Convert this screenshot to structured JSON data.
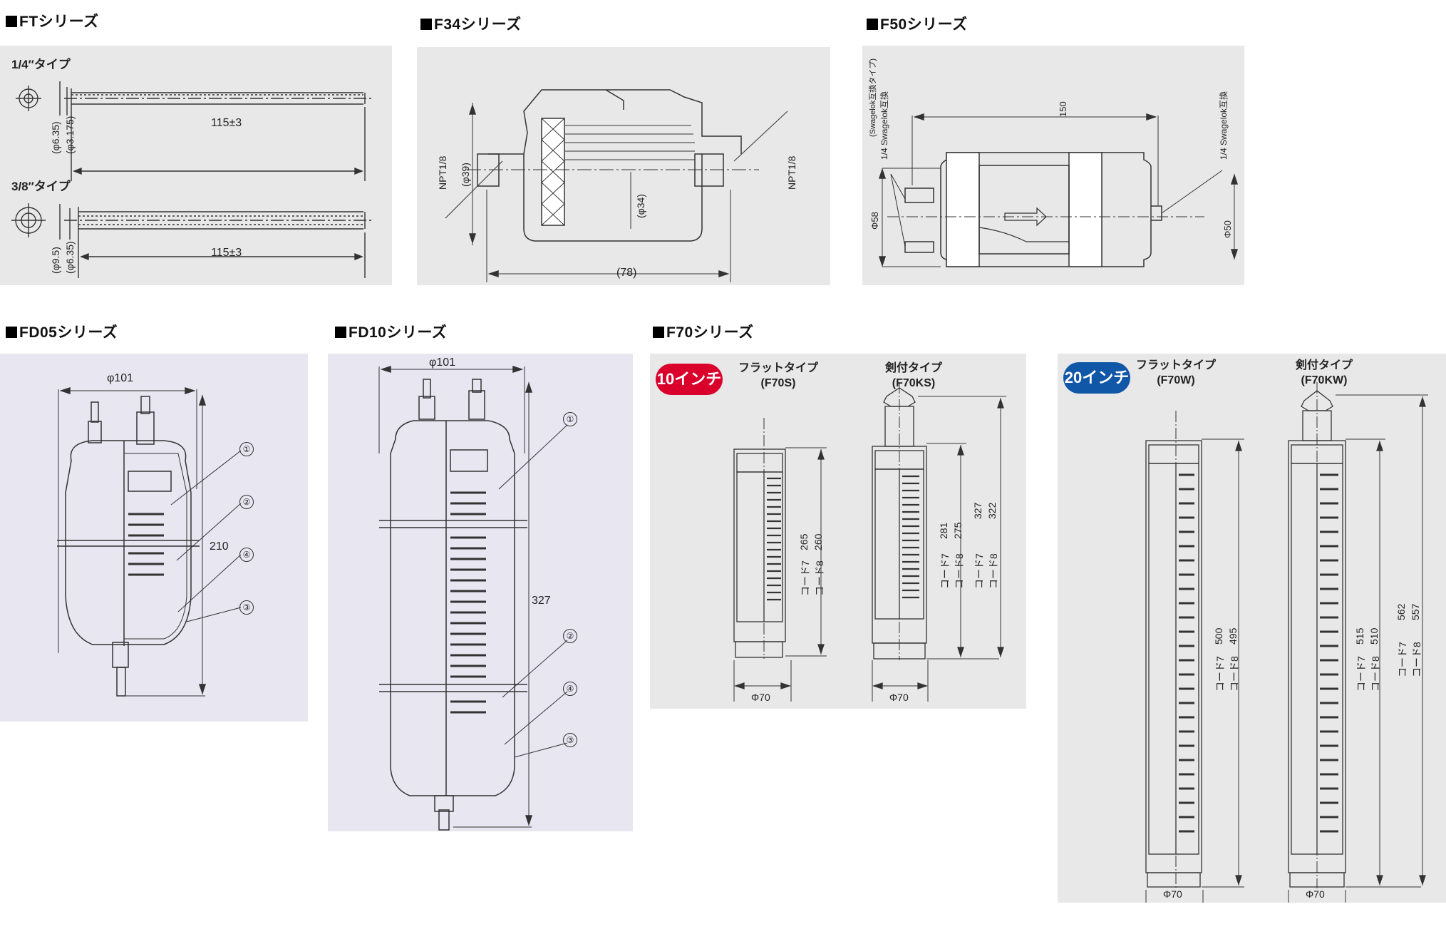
{
  "colors": {
    "gray_panel": "#e8e8e9",
    "lilac_panel": "#e7e6f1",
    "badge_10": "#d9002c",
    "badge_20": "#1157a7"
  },
  "ft": {
    "title": "FTシリーズ",
    "type1": {
      "label": "1/4″タイプ",
      "d1": "(φ6.35)",
      "d2": "(φ3.175)",
      "len": "115±3"
    },
    "type2": {
      "label": "3/8″タイプ",
      "d1": "(φ9.5)",
      "d2": "(φ6.35)",
      "len": "115±3"
    }
  },
  "f34": {
    "title": "F34シリーズ",
    "npt_left": "NPT1/8",
    "npt_right": "NPT1/8",
    "d39": "(φ39)",
    "d34": "(φ34)",
    "len": "(78)"
  },
  "f50": {
    "title": "F50シリーズ",
    "swagelok_type": "(Swagelok互換タイプ)",
    "in_label": "1/4 Swagelok互換",
    "out_label": "1/4 Swagelok互換",
    "len": "150",
    "d58": "Φ58",
    "d50": "Φ50"
  },
  "fd05": {
    "title": "FD05シリーズ",
    "dia": "φ101",
    "height": "210",
    "n1": "①",
    "n2": "②",
    "n4": "④",
    "n3": "③"
  },
  "fd10": {
    "title": "FD10シリーズ",
    "dia": "φ101",
    "height": "327",
    "n1": "①",
    "n2": "②",
    "n4": "④",
    "n3": "③"
  },
  "f70": {
    "title": "F70シリーズ",
    "inch10": {
      "badge": "10インチ",
      "flat": {
        "type": "フラットタイプ",
        "model": "(F70S)",
        "code7": "コード7",
        "code8": "コード8",
        "h7": "265",
        "h8": "260",
        "dia": "Φ70"
      },
      "sword": {
        "type": "剣付タイプ",
        "model": "(F70KS)",
        "code7": "コード7",
        "code8": "コード8",
        "h7": "281",
        "h8": "275",
        "h7b": "327",
        "h8b": "322",
        "dia": "Φ70"
      }
    },
    "inch20": {
      "badge": "20インチ",
      "flat": {
        "type": "フラットタイプ",
        "model": "(F70W)",
        "code7": "コード7",
        "code8": "コード8",
        "h7": "500",
        "h8": "495",
        "dia": "Φ70"
      },
      "sword": {
        "type": "剣付タイプ",
        "model": "(F70KW)",
        "code7": "コード7",
        "code8": "コード8",
        "h7": "515",
        "h8": "510",
        "h7b": "562",
        "h8b": "557",
        "dia": "Φ70"
      }
    }
  }
}
